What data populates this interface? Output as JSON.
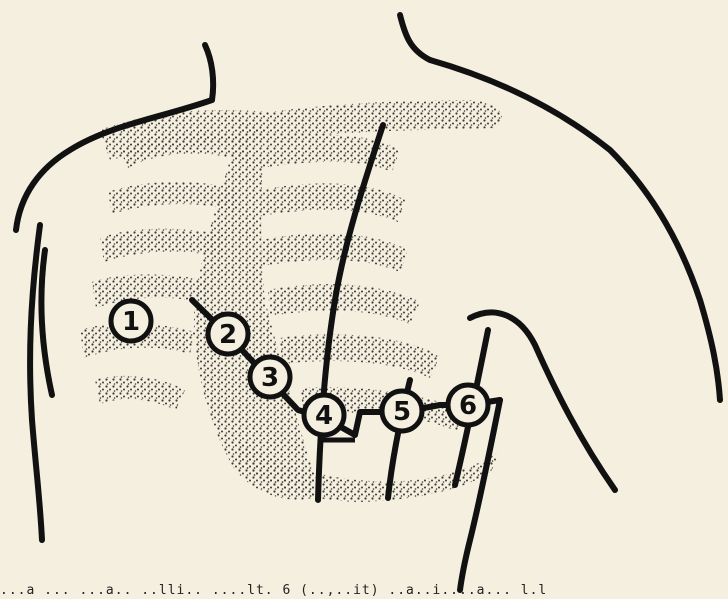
{
  "figure": {
    "subject": "chest-electrode-placement-diagram",
    "stroke_color": "#111111",
    "paper_color": "#f4efdf",
    "stipple_color": "#1a1a1a"
  },
  "markers": [
    {
      "id": "1",
      "label": "1"
    },
    {
      "id": "2",
      "label": "2"
    },
    {
      "id": "3",
      "label": "3"
    },
    {
      "id": "4",
      "label": "4"
    },
    {
      "id": "5",
      "label": "5"
    },
    {
      "id": "6",
      "label": "6"
    }
  ],
  "caption": {
    "text": "...a ... ...a..  ..lli.. ....lt. 6 (..,..it) ..a..i....a... l.l"
  }
}
